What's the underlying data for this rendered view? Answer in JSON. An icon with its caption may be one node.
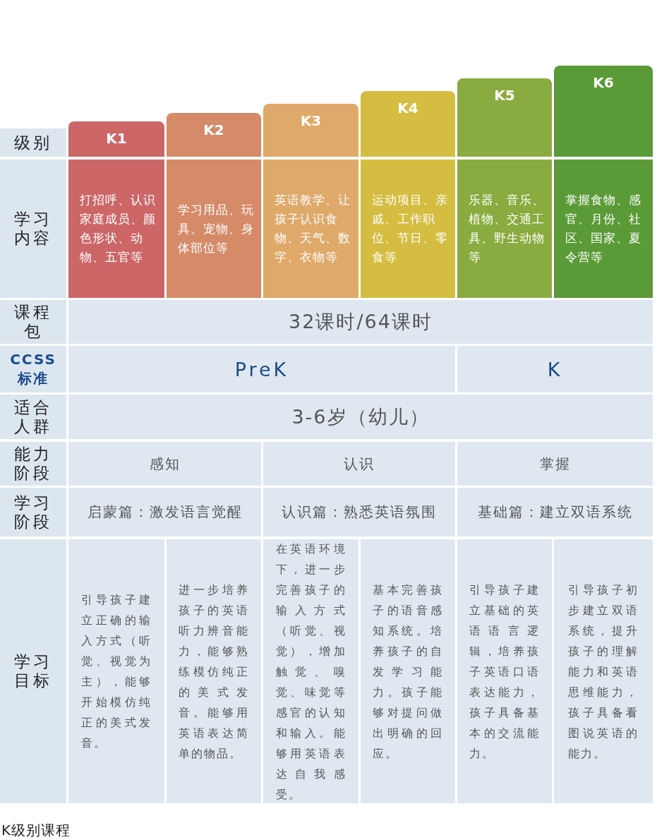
{
  "diagram": {
    "caption": "K级别课程",
    "labels": [
      "级别",
      "K1",
      "K2",
      "K3",
      "K4",
      "K5",
      "K6",
      "学习内容",
      "打招呼、认识家庭成员、颜色形状、动物、五官等",
      "学习用品、玩具、宠物、身体部位等",
      "英语教学、让孩子认识食物、天气、数字、衣物等",
      "运动项目、亲戚、工作职位、节日、零食等",
      "乐器、音乐、植物、交通工具、野生动物等",
      "掌握食物、感官、月份、社区、国家、夏令营等",
      "课程包",
      "32课时/64课时",
      "CCSS标准",
      "PreK",
      "K",
      "适合人群",
      "3-6岁（幼儿）",
      "能力阶段",
      "感知",
      "认识",
      "掌握",
      "学习阶段",
      "启蒙篇：激发语言觉醒",
      "认识篇：熟悉英语氛围",
      "基础篇：建立双语系统",
      "学习目标",
      "引导孩子建立正确的输入方式（听觉、视觉为主），能够开始模仿纯正的美式发音。",
      "进一步培养孩子的英语听力辨音能力，能够熟练模仿纯正的美式发音。能够用英语表达简单的物品。",
      "在英语环境下，进一步完善孩子的输入方式（听觉、视觉），增加触觉、嗅觉、味觉等感官的认知和输入。能够用英语表达自我感受。",
      "基本完善孩子的语音感知系统。培养孩子的自发学习能力。孩子能够对提问做出明确的回应。",
      "引导孩子建立基础的英语语言逻辑，培养孩子英语口语表达能力，孩子具备基本的交流能力。",
      "引导孩子初步建立双语系统，提升孩子的理解能力和英语思维能力，孩子具备看图说英语的能力。"
    ]
  }
}
